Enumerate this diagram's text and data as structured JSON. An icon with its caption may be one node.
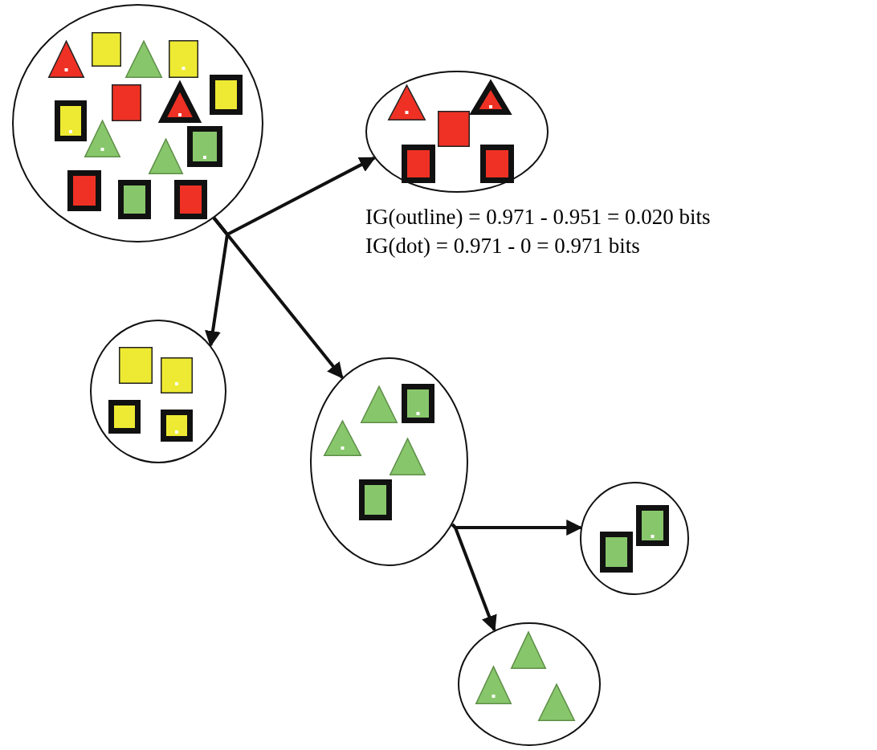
{
  "diagram": {
    "nodes": [
      {
        "text": [],
        "shape": "circle"
      },
      {
        "text": [],
        "shape": "circle"
      },
      {
        "text": [],
        "shape": "circle"
      },
      {
        "text": [],
        "shape": "circle"
      },
      {
        "text": [],
        "shape": "circle"
      },
      {
        "text": [],
        "shape": "circle"
      }
    ],
    "edges": [
      {
        "from": 0,
        "to": 1,
        "arrow": "to"
      },
      {
        "from": 0,
        "to": 2,
        "arrow": "to"
      },
      {
        "from": 0,
        "to": 3,
        "arrow": "to"
      },
      {
        "from": 3,
        "to": 4,
        "arrow": "to"
      },
      {
        "from": 3,
        "to": 5,
        "arrow": "to"
      }
    ],
    "labels": [
      "IG(outline) = 0.971 - 0.951 = 0.020 bits",
      "IG(dot) = 0.971 - 0 = 0.971 bits"
    ]
  }
}
